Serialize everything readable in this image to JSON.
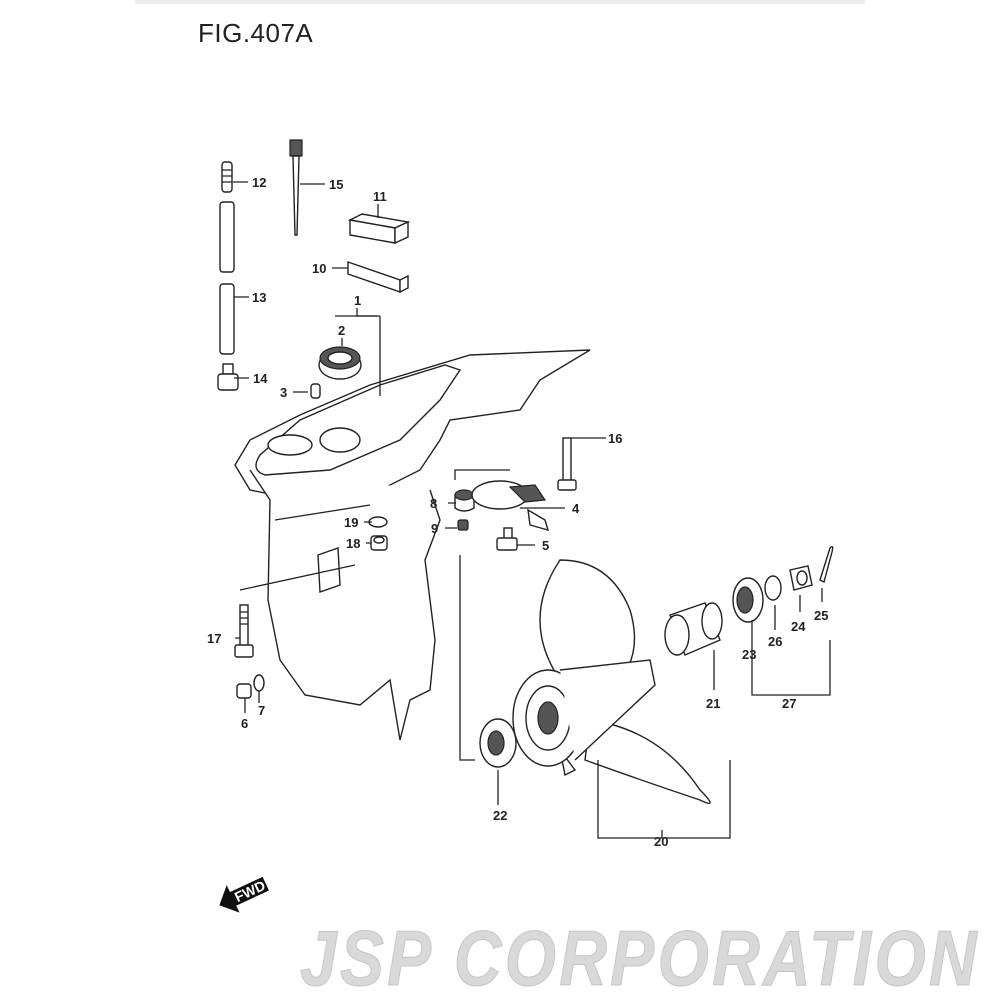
{
  "title": "FIG.407A",
  "watermark": "JSP CORPORATION",
  "direction_marker": "FWD",
  "callouts": [
    "1",
    "2",
    "3",
    "4",
    "5",
    "6",
    "7",
    "8",
    "9",
    "10",
    "11",
    "12",
    "13",
    "14",
    "15",
    "16",
    "17",
    "18",
    "19",
    "20",
    "21",
    "22",
    "23",
    "24",
    "25",
    "26",
    "27"
  ]
}
